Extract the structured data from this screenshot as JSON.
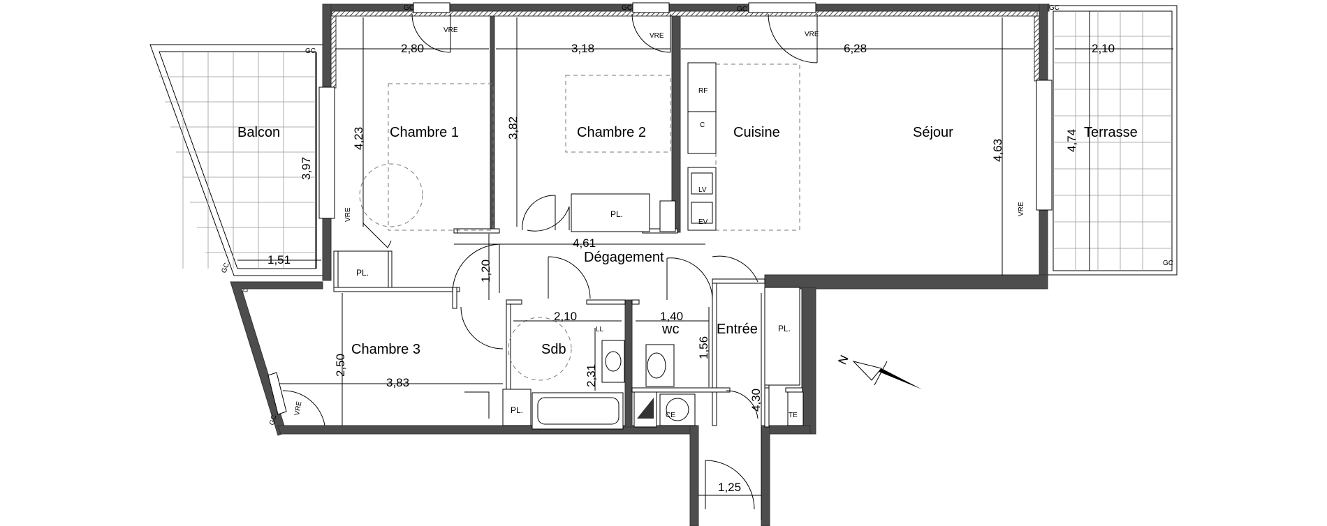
{
  "rooms": {
    "balcon": "Balcon",
    "chambre1": "Chambre 1",
    "chambre2": "Chambre 2",
    "cuisine": "Cuisine",
    "sejour": "Séjour",
    "terrasse": "Terrasse",
    "degagement": "Dégagement",
    "chambre3": "Chambre 3",
    "sdb": "Sdb",
    "wc": "wc",
    "entree": "Entrée"
  },
  "dimensions": {
    "chambre1_width": "2,80",
    "chambre2_width": "3,18",
    "sejour_width": "6,28",
    "terrasse_width": "2,10",
    "balcon_depth": "3,97",
    "chambre1_depth": "4,23",
    "chambre2_depth": "3,82",
    "sejour_depth": "4,63",
    "terrasse_depth": "4,74",
    "balcon_width": "1,51",
    "degagement_length": "4,61",
    "degagement_width": "1,20",
    "sdb_width": "2,10",
    "wc_width": "1,40",
    "wc_depth": "1,56",
    "sdb_depth": "2,31",
    "chambre3_depth": "2,50",
    "chambre3_width": "3,83",
    "entree_depth": "4,30",
    "entree_width": "1,25"
  },
  "labels": {
    "gc": "GC",
    "vre": "VRE",
    "pl": "PL.",
    "rf": "RF",
    "c": "C",
    "lv": "LV",
    "ev": "EV",
    "ll": "LL",
    "ce": "CE",
    "te": "TE",
    "north": "N"
  },
  "colors": {
    "wall": "#4d4d4d",
    "line": "#000000",
    "dashed": "#777777"
  },
  "icons": {
    "north_arrow": "compass-north-arrow-icon"
  }
}
